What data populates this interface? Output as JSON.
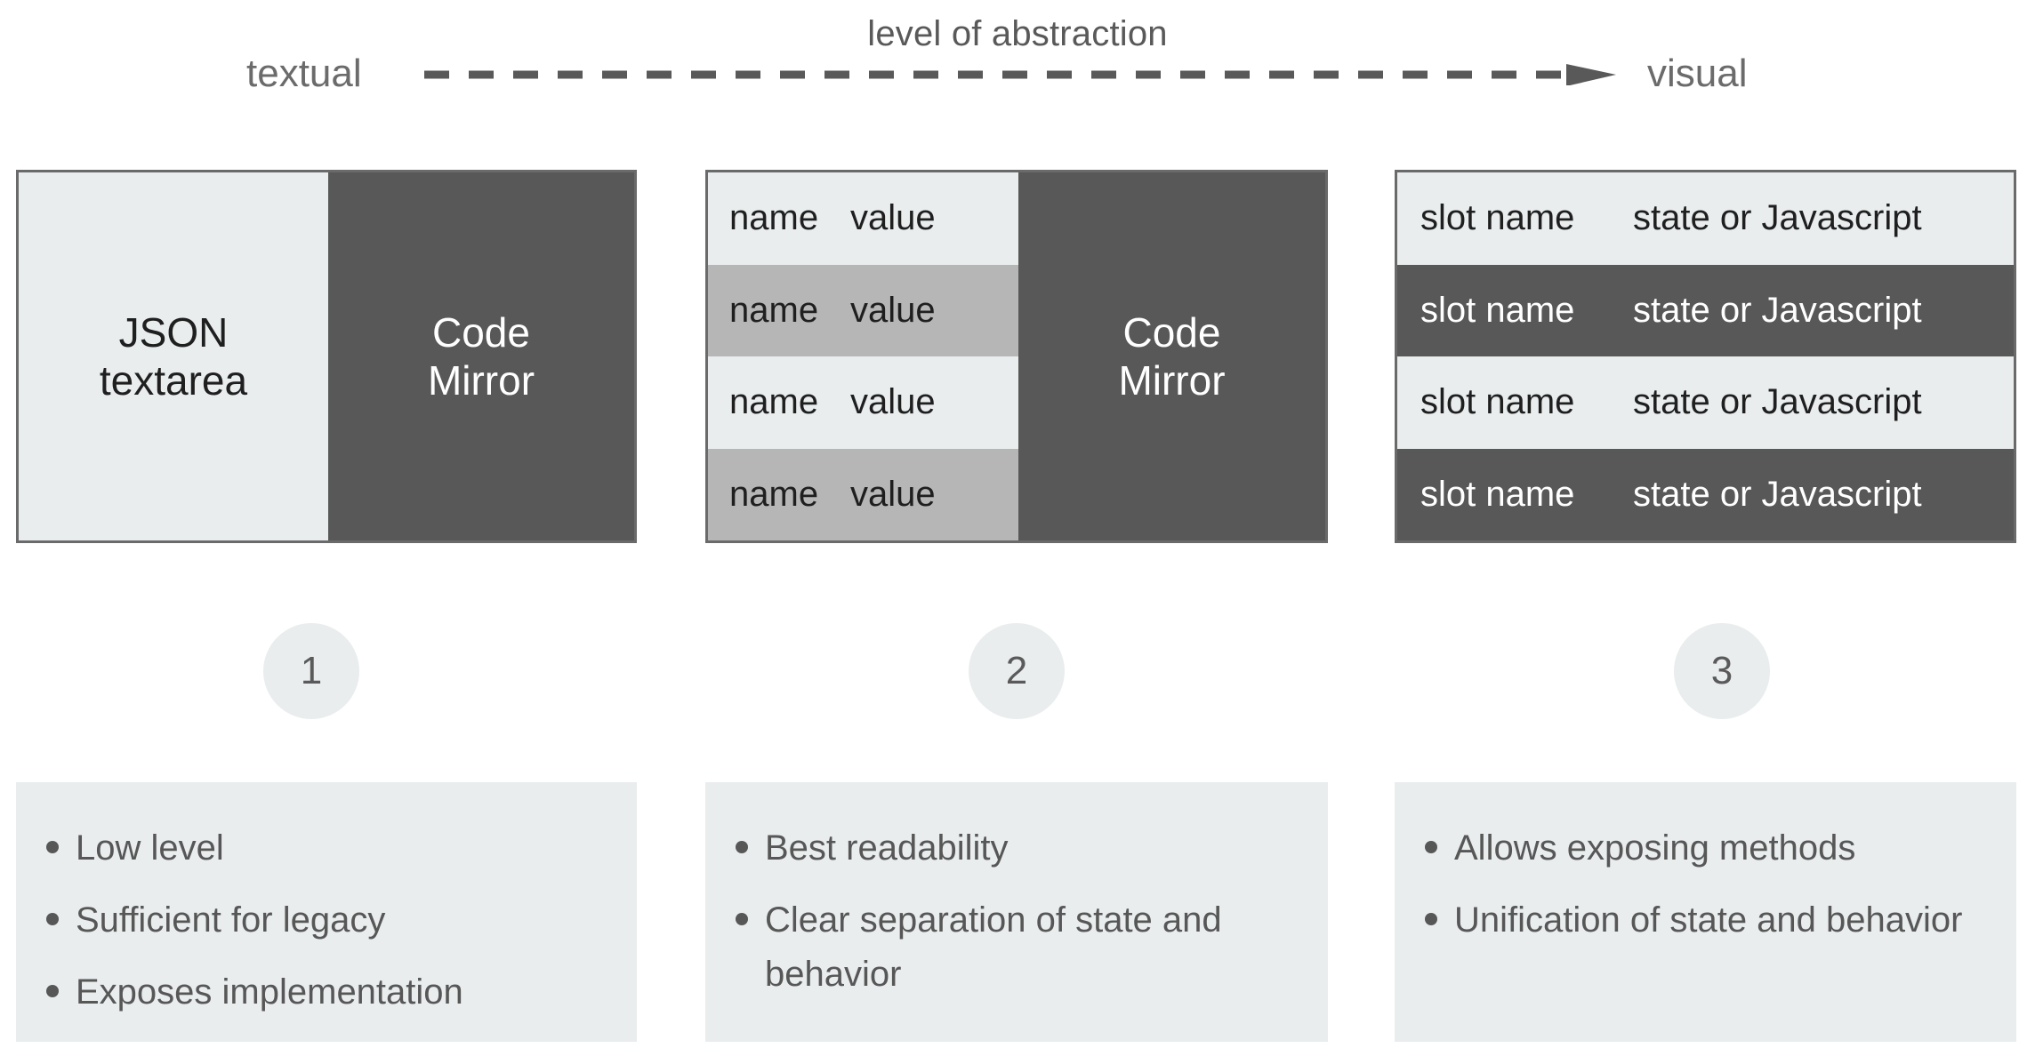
{
  "axis": {
    "title": "level of abstraction",
    "left_label": "textual",
    "right_label": "visual",
    "arrow_style": "dashed",
    "arrow_color": "#595959"
  },
  "colors": {
    "light_fill": "#e9edee",
    "mid_fill": "#b6b6b6",
    "dark_fill": "#585858",
    "border": "#6a6a6a",
    "text_dark": "#1f1f1f",
    "text_light": "#ffffff",
    "text_muted": "#575757"
  },
  "panels": [
    {
      "id": 1,
      "step": "1",
      "left_pane": {
        "label": "JSON\ntextarea",
        "tone": "light"
      },
      "right_pane": {
        "label": "Code\nMirror",
        "tone": "dark"
      },
      "rows": [],
      "bullets": [
        "Low level",
        "Sufficient for legacy",
        "Exposes implementation"
      ]
    },
    {
      "id": 2,
      "step": "2",
      "left_pane": null,
      "right_pane": {
        "label": "Code\nMirror",
        "tone": "dark"
      },
      "rows": [
        {
          "name": "name",
          "value": "value",
          "tone": "light"
        },
        {
          "name": "name",
          "value": "value",
          "tone": "mid"
        },
        {
          "name": "name",
          "value": "value",
          "tone": "light"
        },
        {
          "name": "name",
          "value": "value",
          "tone": "mid"
        }
      ],
      "bullets": [
        "Best readability",
        "Clear separation of state and behavior"
      ]
    },
    {
      "id": 3,
      "step": "3",
      "left_pane": null,
      "right_pane": null,
      "rows": [
        {
          "name": "slot name",
          "value": "state or Javascript",
          "tone": "light"
        },
        {
          "name": "slot name",
          "value": "state or Javascript",
          "tone": "dark"
        },
        {
          "name": "slot name",
          "value": "state or Javascript",
          "tone": "light"
        },
        {
          "name": "slot name",
          "value": "state or Javascript",
          "tone": "dark"
        }
      ],
      "bullets": [
        "Allows exposing methods",
        "Unification of state and behavior"
      ]
    }
  ]
}
